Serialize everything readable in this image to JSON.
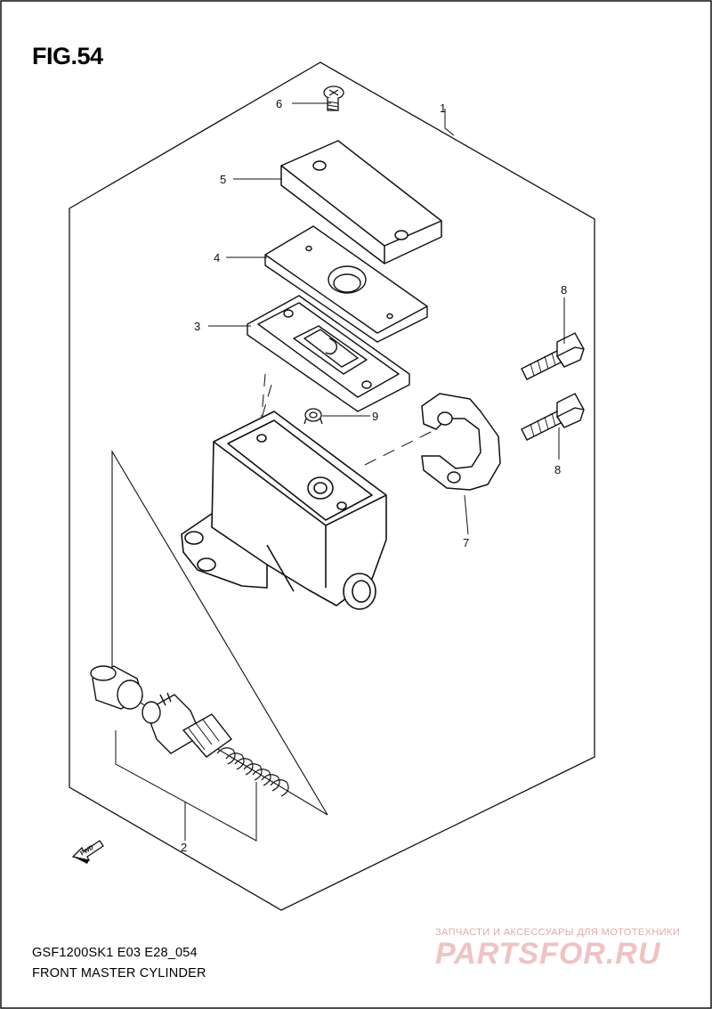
{
  "figure": {
    "title": "FIG.54",
    "model_code": "GSF1200SK1 E03 E28_054",
    "caption": "FRONT MASTER CYLINDER",
    "fwd_label": "FWD"
  },
  "callouts": [
    {
      "id": "callout-1",
      "label": "1"
    },
    {
      "id": "callout-2",
      "label": "2"
    },
    {
      "id": "callout-3",
      "label": "3"
    },
    {
      "id": "callout-4",
      "label": "4"
    },
    {
      "id": "callout-5",
      "label": "5"
    },
    {
      "id": "callout-6",
      "label": "6"
    },
    {
      "id": "callout-7",
      "label": "7"
    },
    {
      "id": "callout-8a",
      "label": "8"
    },
    {
      "id": "callout-8b",
      "label": "8"
    },
    {
      "id": "callout-9",
      "label": "9"
    }
  ],
  "watermark": {
    "tagline": "ЗАПЧАСТИ И АКСЕССУАРЫ ДЛЯ МОТОТЕХНИКИ",
    "brand": "PARTSFOR.RU"
  },
  "colors": {
    "line": "#111111",
    "watermark": "#efc3c3"
  }
}
